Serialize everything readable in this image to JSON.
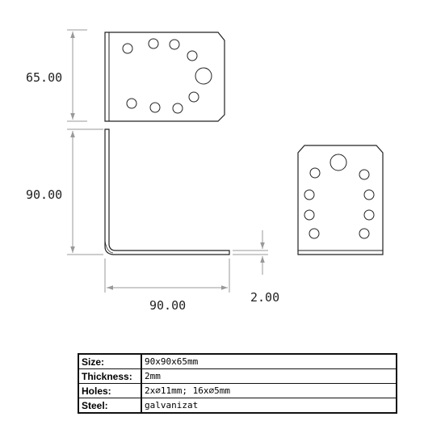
{
  "dimensions": {
    "height_top": "65.00",
    "height_side": "90.00",
    "width_bottom": "90.00",
    "thickness": "2.00"
  },
  "specs": [
    {
      "label": "Size:",
      "value": "90x90x65mm"
    },
    {
      "label": "Thickness:",
      "value": "2mm"
    },
    {
      "label": "Holes:",
      "value": "2x∅11mm; 16x∅5mm"
    },
    {
      "label": "Steel:",
      "value": "galvanizat"
    }
  ]
}
